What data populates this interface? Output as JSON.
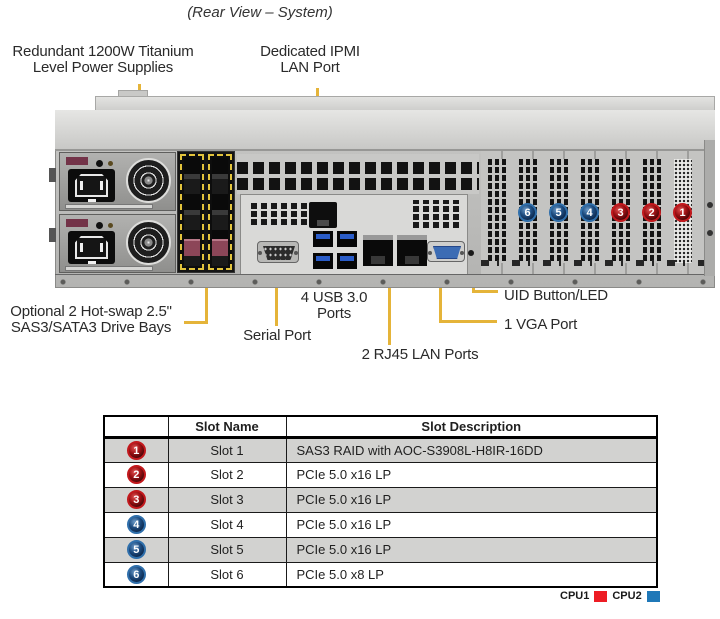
{
  "title": "(Rear View – System)",
  "callouts": {
    "psu": {
      "line1": "Redundant 1200W Titanium",
      "line2": "Level Power Supplies"
    },
    "ipmi": {
      "line1": "Dedicated IPMI",
      "line2": "LAN Port"
    },
    "drive_bays": {
      "line1": "Optional 2 Hot-swap 2.5\"",
      "line2": "SAS3/SATA3 Drive Bays"
    },
    "serial": "Serial Port",
    "usb": {
      "line1": "4 USB 3.0",
      "line2": "Ports"
    },
    "lan": "2 RJ45 LAN Ports",
    "uid": "UID Button/LED",
    "vga": "1 VGA Port"
  },
  "chassis": {
    "slot_badges": [
      {
        "num": "6",
        "cpu": "CPU2"
      },
      {
        "num": "5",
        "cpu": "CPU2"
      },
      {
        "num": "4",
        "cpu": "CPU2"
      },
      {
        "num": "3",
        "cpu": "CPU1"
      },
      {
        "num": "2",
        "cpu": "CPU1"
      },
      {
        "num": "1",
        "cpu": "CPU1"
      }
    ]
  },
  "table": {
    "headers": {
      "slot_name": "Slot Name",
      "slot_description": "Slot Description"
    },
    "rows": [
      {
        "num": "1",
        "name": "Slot 1",
        "desc": "SAS3 RAID with AOC-S3908L-H8IR-16DD",
        "cpu": "CPU1"
      },
      {
        "num": "2",
        "name": "Slot 2",
        "desc": "PCIe 5.0 x16 LP",
        "cpu": "CPU1"
      },
      {
        "num": "3",
        "name": "Slot 3",
        "desc": "PCIe 5.0 x16 LP",
        "cpu": "CPU1"
      },
      {
        "num": "4",
        "name": "Slot 4",
        "desc": "PCIe 5.0 x16 LP",
        "cpu": "CPU2"
      },
      {
        "num": "5",
        "name": "Slot 5",
        "desc": "PCIe 5.0 x16 LP",
        "cpu": "CPU2"
      },
      {
        "num": "6",
        "name": "Slot 6",
        "desc": "PCIe 5.0 x8 LP",
        "cpu": "CPU2"
      }
    ]
  },
  "legend": {
    "cpu1_label": "CPU1",
    "cpu2_label": "CPU2"
  },
  "colors": {
    "cpu1": "#ed1c24",
    "cpu2": "#1f78b8",
    "callout_line": "#e5b439"
  }
}
